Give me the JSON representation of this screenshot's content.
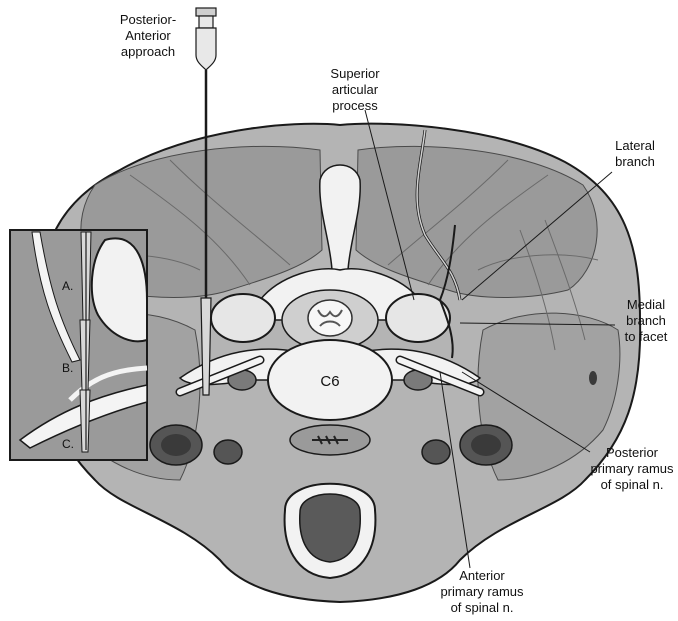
{
  "labels": {
    "approach": [
      "Posterior-",
      "Anterior",
      "approach"
    ],
    "superior": [
      "Superior",
      "articular",
      "process"
    ],
    "lateral": [
      "Lateral",
      "branch"
    ],
    "medial": [
      "Medial",
      "branch",
      "to facet"
    ],
    "posterior_ramus": [
      "Posterior",
      "primary ramus",
      "of spinal n."
    ],
    "anterior_ramus": [
      "Anterior",
      "primary ramus",
      "of spinal n."
    ],
    "vertebra": "C6",
    "inset": [
      "A.",
      "B.",
      "C."
    ]
  },
  "colors": {
    "skin": "#b4b4b4",
    "muscle": "#8c8c8c",
    "bone": "#f2f2f2",
    "outline": "#1a1a1a",
    "dark": "#3c3c3c",
    "inset_bg": "#9a9a9a"
  }
}
